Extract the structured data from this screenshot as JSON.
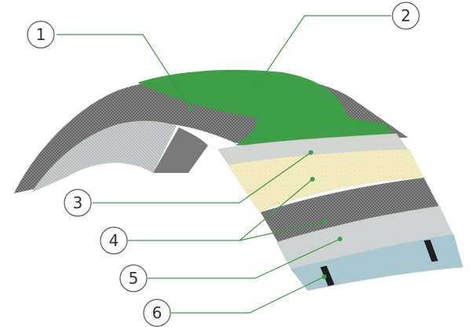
{
  "colors": {
    "green_membrane": "#3f9e48",
    "carcass_dark": "#5a5a5a",
    "carcass_light": "#9a9a9a",
    "gray_sheet": "#d4d6d4",
    "foam_yellow": "#f2ecbe",
    "dark_weave": "#6b6b6b",
    "light_weave": "#cfd2d2",
    "base_blue": "#a9c7cf",
    "leader_green": "#3a9a3f"
  },
  "callouts": [
    {
      "label": "1"
    },
    {
      "label": "2"
    },
    {
      "label": "3"
    },
    {
      "label": "4"
    },
    {
      "label": "5"
    },
    {
      "label": "6"
    }
  ]
}
